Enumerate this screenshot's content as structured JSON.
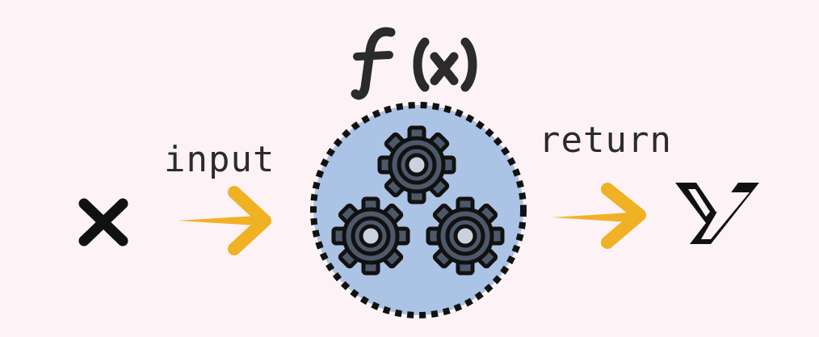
{
  "colors": {
    "background": "#fdf3f6",
    "circle_fill": "#abc3e4",
    "circle_border": "#111111",
    "arrow": "#f0b125",
    "gear_fill": "#4c596b",
    "gear_stroke": "#111111",
    "text": "#2b2b2b"
  },
  "diagram": {
    "function_label": "f(x)",
    "input_symbol": "x",
    "output_symbol": "y",
    "input_label": "input",
    "return_label": "return"
  }
}
